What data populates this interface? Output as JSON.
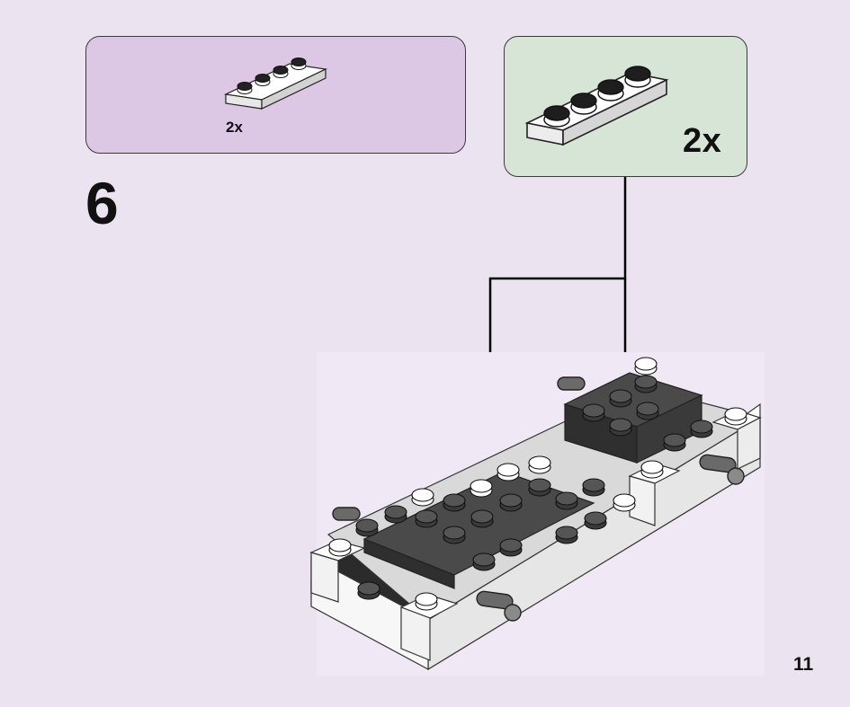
{
  "parts_callout": {
    "quantity": "2x",
    "part_icon": "plate-1x4-white-icon"
  },
  "subassembly_callout": {
    "quantity": "2x",
    "part_icon": "plate-1x4-white-large-icon"
  },
  "step": {
    "number": "6"
  },
  "page": {
    "number": "11"
  },
  "model": {
    "icon": "vehicle-chassis-model-icon",
    "arrows": 2
  },
  "colors": {
    "background": "#ebe3f0",
    "parts_callout_bg": "#dcc8e4",
    "subassembly_callout_bg": "#d7e5d6",
    "dark_brick": "#3c3c3c",
    "light_brick": "#ffffff"
  }
}
